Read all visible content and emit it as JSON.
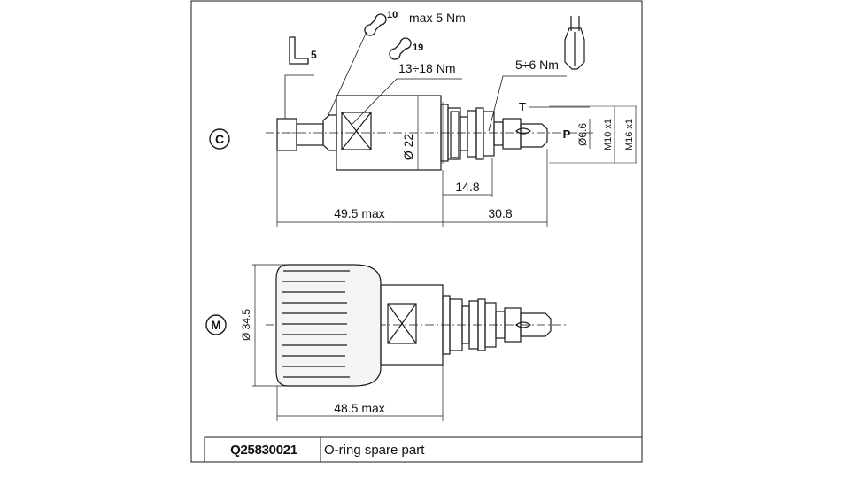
{
  "labels": {
    "wrench_small": "10",
    "torque_small": "max 5 Nm",
    "wrench_large": "19",
    "torque_large": "13÷18 Nm",
    "hex_key": "5",
    "torque_screwdriver": "5÷6 Nm",
    "view_c": "C",
    "view_m": "M",
    "dia_22": "Ø 22",
    "dia_66": "Ø6.6",
    "dia_345": "Ø 34.5",
    "thread_m10": "M10 x1",
    "thread_m16": "M16 x1",
    "t_marker": "T",
    "p_marker": "P",
    "dim_148": "14.8",
    "dim_495": "49.5 max",
    "dim_308": "30.8",
    "dim_485": "48.5 max"
  },
  "footer": {
    "code": "Q25830021",
    "description": "O-ring spare part"
  },
  "colors": {
    "line": "#1a1a1a",
    "dim": "#222222",
    "knob_fill": "#f4f4f4"
  }
}
